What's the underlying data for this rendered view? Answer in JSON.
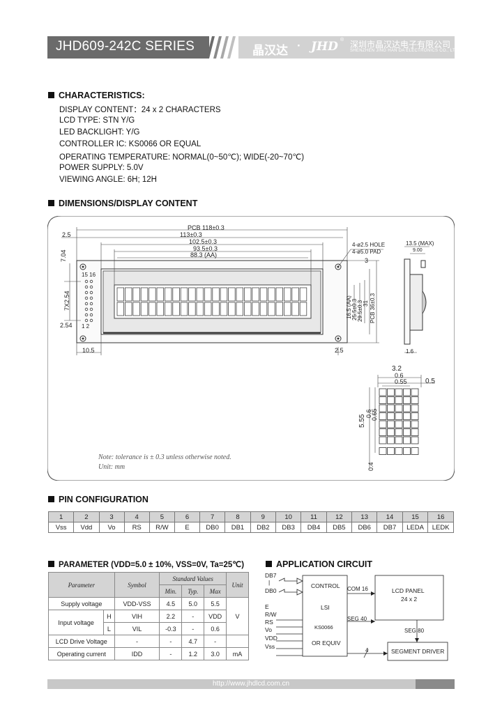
{
  "header": {
    "title": "JHD609-242C SERIES",
    "brand_cn": "晶汉达",
    "brand_dot": "·",
    "brand_en": "JHD",
    "trademark": "®",
    "company_cn": "深圳市晶汉达电子有限公司",
    "company_en": "SHENZHEN JING HAN DA ELECTRONICS CO., LTD."
  },
  "characteristics": {
    "heading": "CHARACTERISTICS:",
    "lines": [
      "DISPLAY CONTENT：24 x 2 CHARACTERS",
      "LCD TYPE: STN Y/G",
      "LED BACKLIGHT: Y/G",
      "CONTROLLER IC: KS0066 OR EQUAL",
      "OPERATING TEMPERATURE: NORMAL(0~50℃); WIDE(-20~70℃)",
      "POWER SUPPLY: 5.0V",
      "VIEWING ANGLE: 6H; 12H"
    ]
  },
  "dimensions": {
    "heading": "DIMENSIONS/DISPLAY CONTENT",
    "labels": {
      "pcb": "PCB 118±0.3",
      "w113": "113±0.3",
      "w1025": "102.5±0.3",
      "va": "93.5±0.3",
      "aa": "88.3 (AA)",
      "left25": "2.5",
      "hole": "4-ø2.5 HOLE",
      "pad": "4-ø5.0 PAD",
      "thick": "13.5 (MAX)",
      "t900": "9.00",
      "t16": "1.6",
      "pin_pitch": "2.54",
      "pin_pitch2": "7.04",
      "pins": "15 16",
      "pins2": "1 2",
      "pitch": "7X2.54",
      "left105": "10.5",
      "right25": "2.5",
      "h3": "3",
      "ha": "16.5 (AA)",
      "h255": "25.5±0.3",
      "h295": "29.5±0.3",
      "h31": "31",
      "h36": "36±0.3",
      "pcbh": "PCB 36±0.3",
      "c32": "3.2",
      "c06": "0.6",
      "c055": "0.55",
      "c05": "0.5",
      "c555": "5.55",
      "c06b": "0.6",
      "c065": "0.65",
      "c04": "0.4"
    },
    "note1": "Note: tolerance is ± 0.3 unless otherwise noted.",
    "note2": "Unit: mm"
  },
  "pin_config": {
    "heading": "PIN CONFIGURATION",
    "numbers": [
      "1",
      "2",
      "3",
      "4",
      "5",
      "6",
      "7",
      "8",
      "9",
      "10",
      "11",
      "12",
      "13",
      "14",
      "15",
      "16"
    ],
    "names": [
      "Vss",
      "Vdd",
      "Vo",
      "RS",
      "R/W",
      "E",
      "DB0",
      "DB1",
      "DB2",
      "DB3",
      "DB4",
      "DB5",
      "DB6",
      "DB7",
      "LEDA",
      "LEDK"
    ]
  },
  "parameter": {
    "heading": "PARAMETER (VDD=5.0 ± 10%, VSS=0V, Ta=25℃)",
    "col_parameter": "Parameter",
    "col_symbol": "Symbol",
    "col_standard": "Standard Values",
    "col_unit": "Unit",
    "col_min": "Min.",
    "col_typ": "Typ.",
    "col_max": "Max",
    "rows": {
      "supply": {
        "name": "Supply voltage",
        "symbol": "VDD-VSS",
        "min": "4.5",
        "typ": "5.0",
        "max": "5.5",
        "unit": ""
      },
      "input_h": {
        "name": "Input voltage",
        "level": "H",
        "symbol": "VIH",
        "min": "2.2",
        "typ": "-",
        "max": "VDD",
        "unit": "V"
      },
      "input_l": {
        "level": "L",
        "symbol": "VIL",
        "min": "-0.3",
        "typ": "-",
        "max": "0.6"
      },
      "lcd": {
        "name": "LCD Drive Voltage",
        "symbol": "-",
        "min": "-",
        "typ": "4.7",
        "max": "-",
        "unit": ""
      },
      "current": {
        "name": "Operating current",
        "symbol": "IDD",
        "min": "-",
        "typ": "1.2",
        "max": "3.0",
        "unit": "mA"
      }
    }
  },
  "application": {
    "heading": "APPLICATION CIRCUIT",
    "signals": [
      "DB7",
      "|",
      "DB0",
      "E",
      "R/W",
      "RS",
      "Vo",
      "VDD",
      "Vss"
    ],
    "control_lines": [
      "CONTROL",
      "LSI",
      "KS0066",
      "OR EQUIV"
    ],
    "com": "COM 16",
    "seg40": "SEG 40",
    "panel1": "LCD PANEL",
    "panel2": "24 x 2",
    "seg80": "SEG 80",
    "bus": "4",
    "seg_driver": "SEGMENT DRIVER"
  },
  "footer": {
    "url": "http://www.jhdlcd.com.cn"
  }
}
